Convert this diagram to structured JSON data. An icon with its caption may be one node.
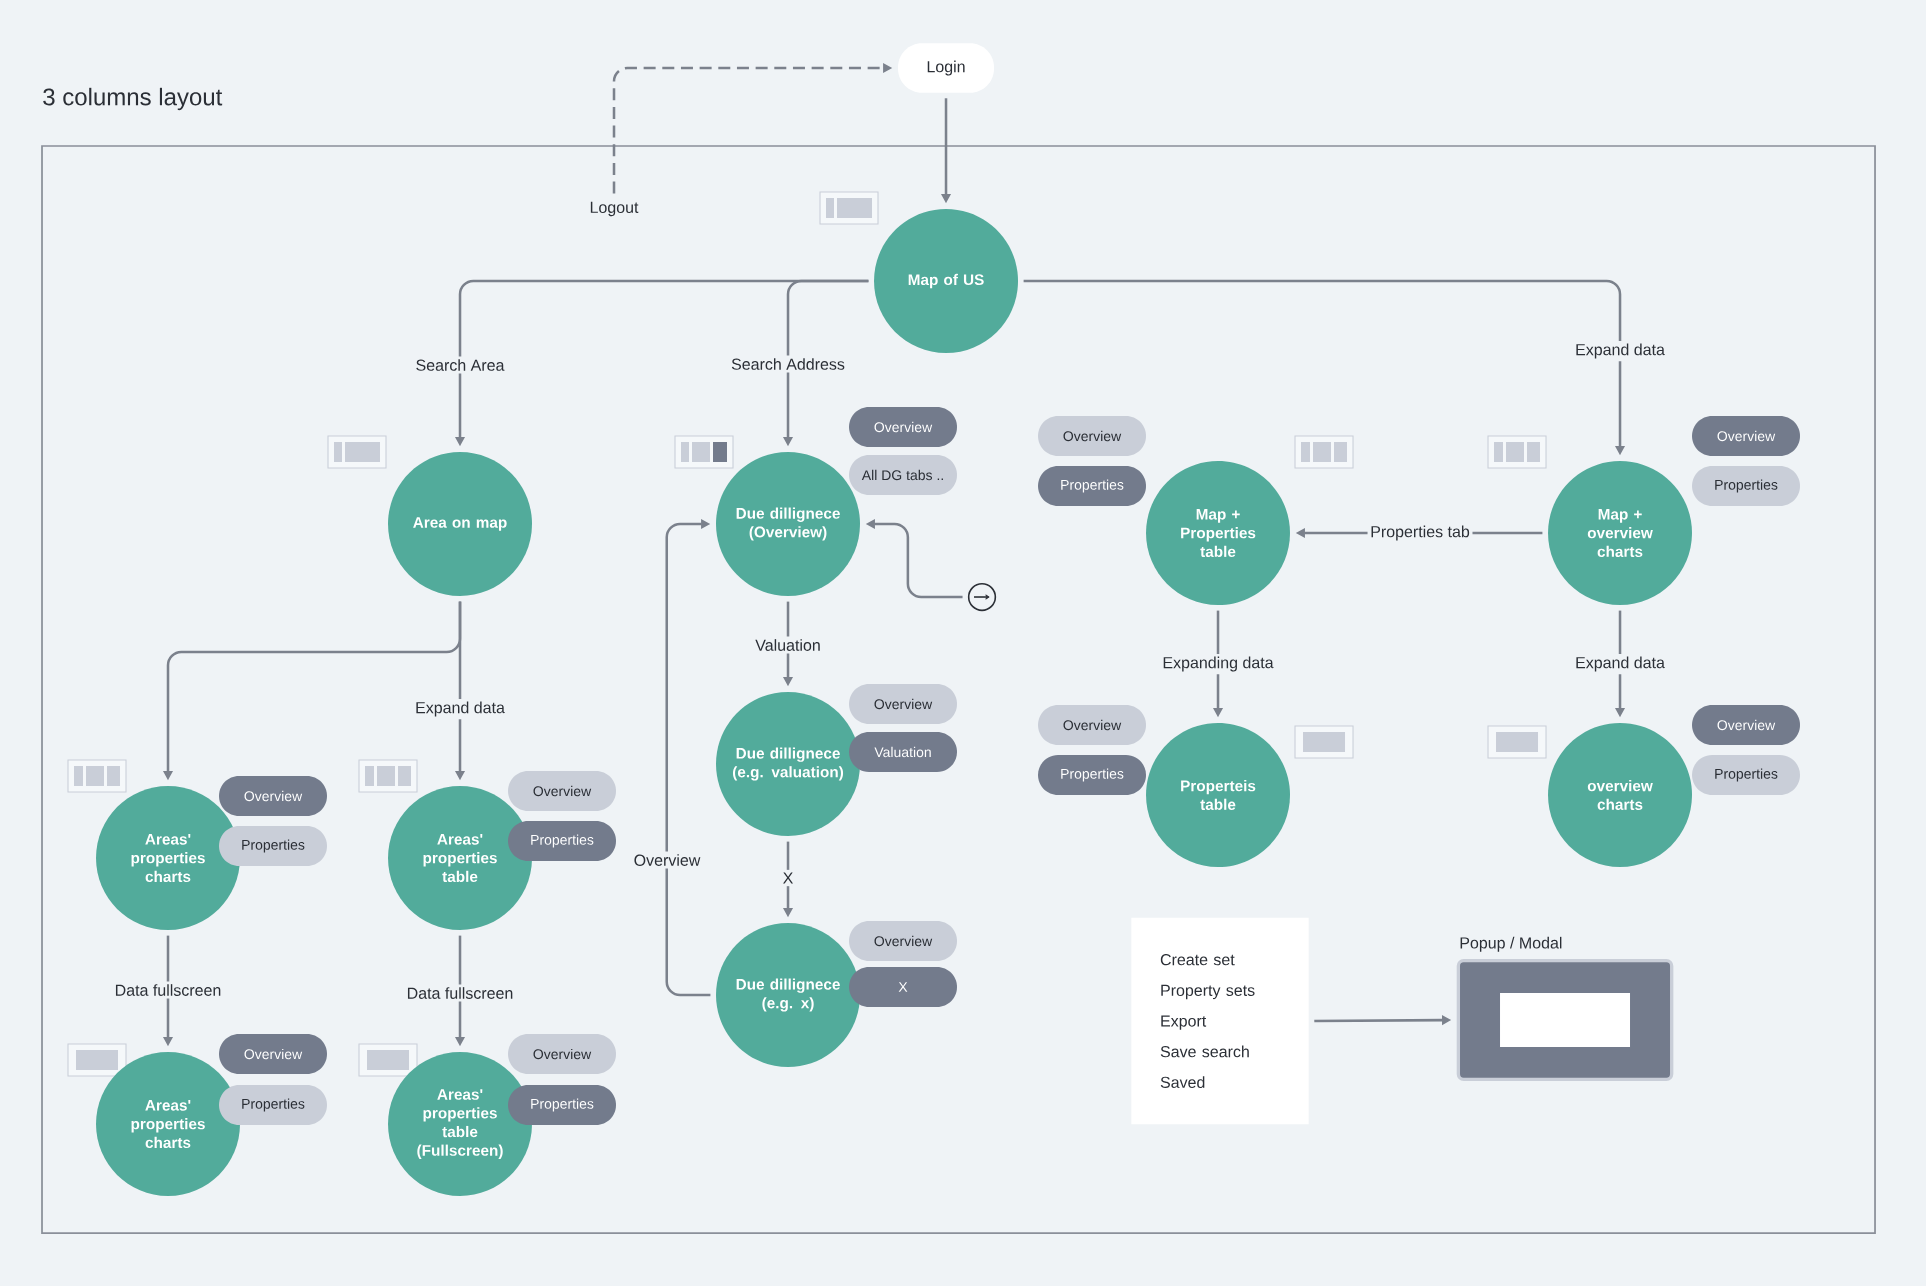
{
  "diagram": {
    "title": "3 columns layout",
    "nodes": [
      {
        "text": [
          "Login"
        ]
      },
      {
        "text": [
          "Logout"
        ]
      },
      {
        "text": [
          "Map of US"
        ]
      },
      {
        "text": [
          "Area on map"
        ]
      },
      {
        "text": [
          "Due dillignece (Overview)"
        ]
      },
      {
        "text": [
          "Map + overview charts"
        ]
      },
      {
        "text": [
          "Map + Properties table"
        ]
      },
      {
        "text": [
          "Areas' properties charts"
        ]
      },
      {
        "text": [
          "Areas' properties table"
        ]
      },
      {
        "text": [
          "Due dillignece (e.g. valuation)"
        ]
      },
      {
        "text": [
          "Properteis table"
        ]
      },
      {
        "text": [
          "overview charts"
        ]
      },
      {
        "text": [
          "Due dillignece (e.g. x)"
        ]
      },
      {
        "text": [
          "Areas' properties charts"
        ]
      },
      {
        "text": [
          "Areas' properties table (Fullscreen)"
        ]
      },
      {
        "text": [],
        "shape": "circle"
      },
      {
        "text": [
          "Create set",
          "Property sets",
          "Export",
          "Save search",
          "Saved"
        ]
      },
      {
        "text": [
          "Popup / Modal"
        ]
      },
      {
        "text": [
          "Overview"
        ]
      },
      {
        "text": [
          "All DG tabs .."
        ]
      },
      {
        "text": [
          "Overview"
        ]
      },
      {
        "text": [
          "Valuation"
        ]
      },
      {
        "text": [
          "Overview"
        ]
      },
      {
        "text": [
          "X"
        ]
      },
      {
        "text": [
          "Overview"
        ]
      },
      {
        "text": [
          "Properties"
        ]
      },
      {
        "text": [
          "Overview"
        ]
      },
      {
        "text": [
          "Properties"
        ]
      },
      {
        "text": [
          "Overview"
        ]
      },
      {
        "text": [
          "Properties"
        ]
      },
      {
        "text": [
          "Overview"
        ]
      },
      {
        "text": [
          "Properties"
        ]
      },
      {
        "text": [
          "Overview"
        ]
      },
      {
        "text": [
          "Properties"
        ]
      },
      {
        "text": [
          "Overview"
        ]
      },
      {
        "text": [
          "Properties"
        ]
      },
      {
        "text": [
          "Overview"
        ]
      },
      {
        "text": [
          "Properties"
        ]
      },
      {
        "text": [
          "Overview"
        ]
      },
      {
        "text": [
          "Properties"
        ]
      }
    ],
    "edges": [
      {
        "from": 1,
        "to": 0,
        "arrow": "to",
        "style": "dashed"
      },
      {
        "from": 0,
        "to": 2,
        "arrow": "to"
      },
      {
        "from": 2,
        "to": 3,
        "arrow": "to",
        "label": "Search Area"
      },
      {
        "from": 2,
        "to": 4,
        "arrow": "to",
        "label": "Search Address"
      },
      {
        "from": 2,
        "to": 5,
        "arrow": "to",
        "label": "Expand data"
      },
      {
        "from": 5,
        "to": 6,
        "arrow": "to",
        "label": "Properties tab"
      },
      {
        "from": 3,
        "to": 7,
        "arrow": "to"
      },
      {
        "from": 3,
        "to": 8,
        "arrow": "to",
        "label": "Expand data"
      },
      {
        "from": 4,
        "to": 9,
        "arrow": "to",
        "label": "Valuation"
      },
      {
        "from": 9,
        "to": 12,
        "arrow": "to",
        "label": "X"
      },
      {
        "from": 12,
        "to": 4,
        "arrow": "to",
        "label": "Overview"
      },
      {
        "from": 15,
        "to": 4,
        "arrow": "to"
      },
      {
        "from": 6,
        "to": 10,
        "arrow": "to",
        "label": "Expanding data"
      },
      {
        "from": 5,
        "to": 11,
        "arrow": "to",
        "label": "Expand data"
      },
      {
        "from": 7,
        "to": 13,
        "arrow": "to",
        "label": "Data fullscreen"
      },
      {
        "from": 8,
        "to": 14,
        "arrow": "to",
        "label": "Data fullscreen"
      },
      {
        "from": 16,
        "to": 17,
        "arrow": "to"
      }
    ]
  }
}
